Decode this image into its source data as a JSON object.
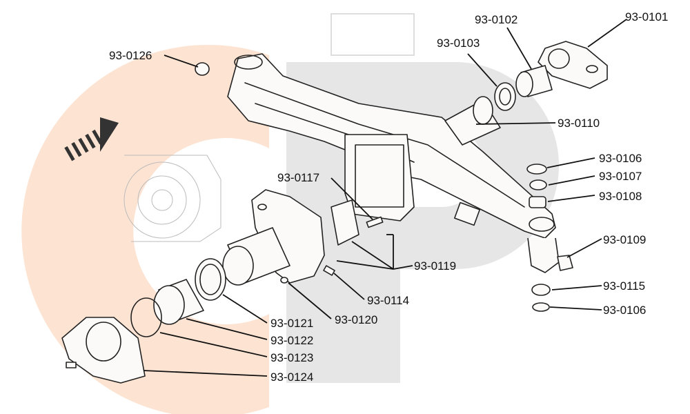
{
  "colors": {
    "watermark_peach": "#fde3d2",
    "watermark_grey": "#e4e4e4",
    "line": "#111111"
  },
  "labels": {
    "p0101": "93-0101",
    "p0102": "93-0102",
    "p0103": "93-0103",
    "p0106a": "93-0106",
    "p0106b": "93-0106",
    "p0107": "93-0107",
    "p0108": "93-0108",
    "p0109": "93-0109",
    "p0110": "93-0110",
    "p0114": "93-0114",
    "p0115": "93-0115",
    "p0117": "93-0117",
    "p0119": "93-0119",
    "p0120": "93-0120",
    "p0121": "93-0121",
    "p0122": "93-0122",
    "p0123": "93-0123",
    "p0124": "93-0124",
    "p0126": "93-0126"
  }
}
